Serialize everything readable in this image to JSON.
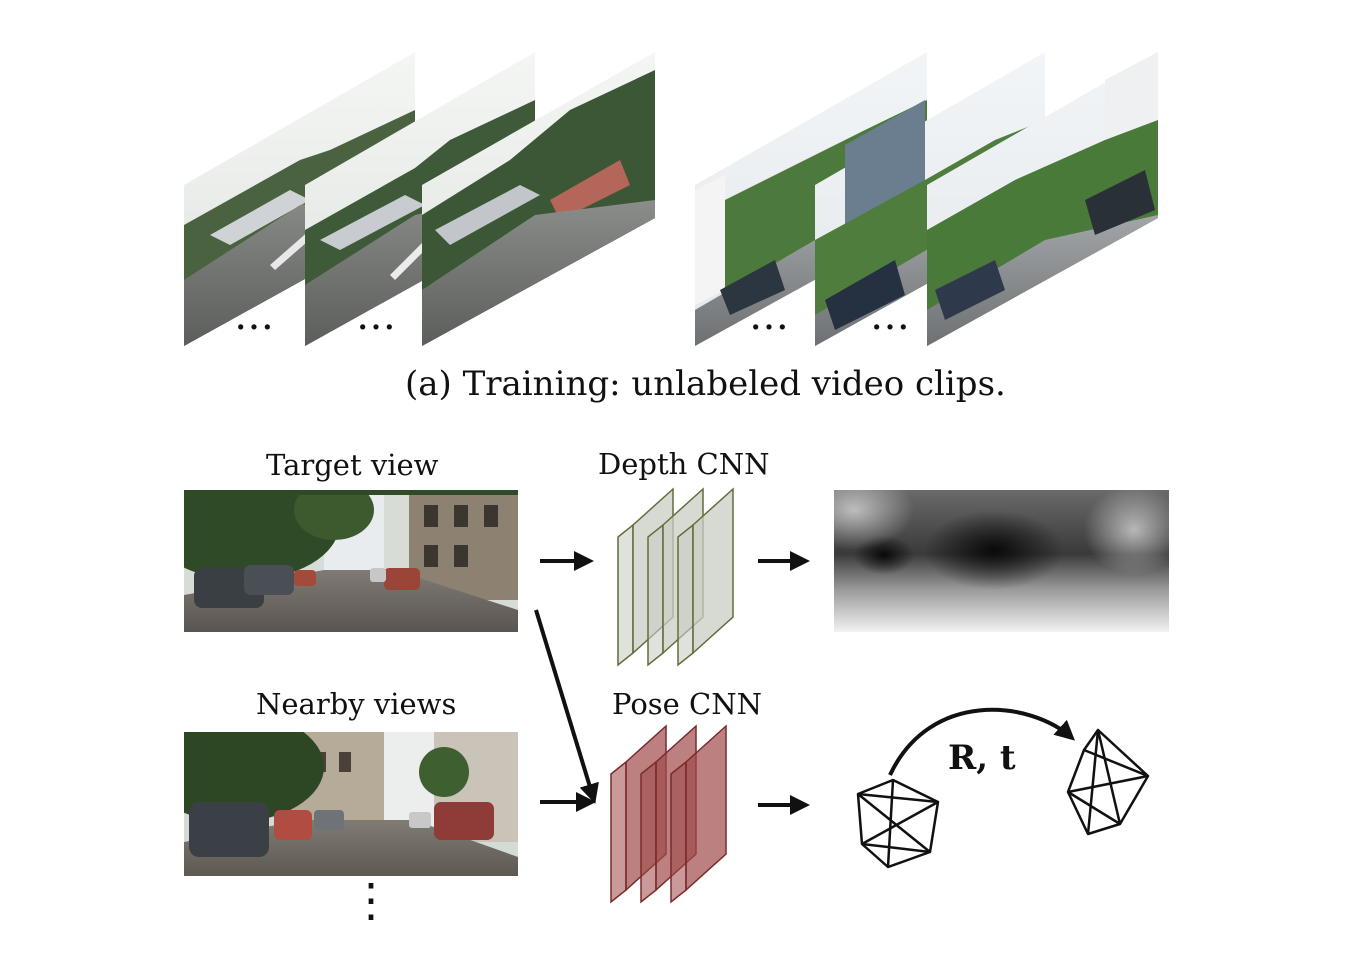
{
  "caption_a": "(a) Training: unlabeled video clips.",
  "labels": {
    "target_view": "Target view",
    "nearby_views": "Nearby views",
    "depth_cnn": "Depth CNN",
    "pose_cnn": "Pose CNN"
  },
  "ellipsis": "…",
  "vertical_ellipsis": "⋮",
  "pose_output": "R, t",
  "colors": {
    "depth_layers_stroke": "#5f6f3a",
    "depth_layers_fill": "#c9cdc4",
    "pose_layers_stroke": "#7a2a2a",
    "pose_layers_fill": "#a04a4a"
  }
}
